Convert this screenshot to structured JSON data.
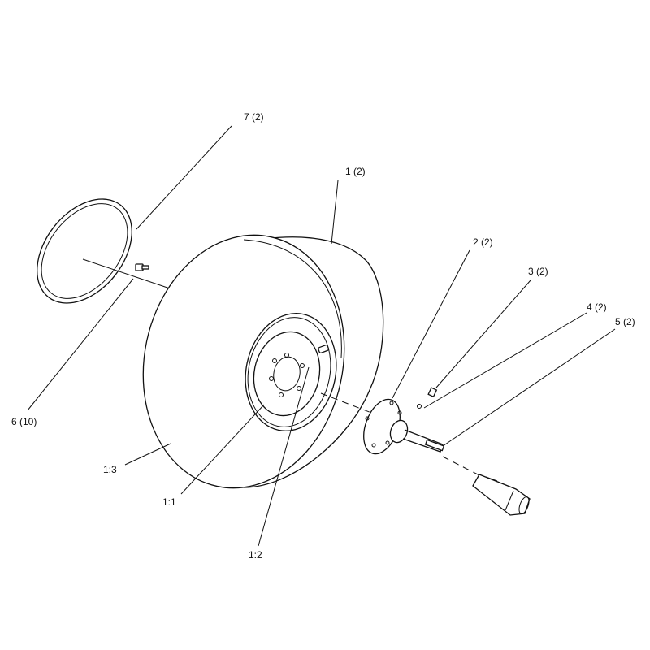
{
  "labels": {
    "part_1": "1 (2)",
    "part_2": "2 (2)",
    "part_3": "3 (2)",
    "part_4": "4 (2)",
    "part_5": "5 (2)",
    "part_6": "6 (10)",
    "part_7": "7 (2)",
    "part_1_1": "1:1",
    "part_1_2": "1:2",
    "part_1_3": "1:3"
  }
}
